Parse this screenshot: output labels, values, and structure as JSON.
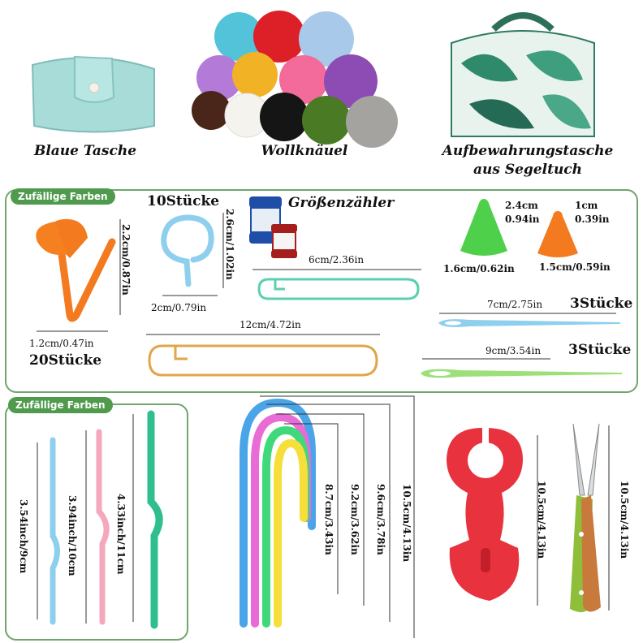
{
  "captions": {
    "bag": "Blaue Tasche",
    "yarn": "Wollknäuel",
    "storage_line1": "Aufbewahrungstasche",
    "storage_line2": "aus Segeltuch"
  },
  "badges": {
    "top": "Zufällige Farben",
    "bottom": "Zufällige Farben"
  },
  "marker": {
    "height": "2.2cm/0.87in",
    "width": "1.2cm/0.47in",
    "count": "20Stücke"
  },
  "ring_marker": {
    "count": "10Stücke",
    "height": "2.6cm/1.02in",
    "width": "2cm/0.79in"
  },
  "counter": {
    "label": "Größenzähler"
  },
  "small_holder": {
    "length": "6cm/2.36in"
  },
  "large_holder": {
    "length": "12cm/4.72in"
  },
  "point_protectors": {
    "big_height": "2.4cm",
    "big_height_in": "0.94in",
    "small_height": "1cm",
    "small_height_in": "0.39in",
    "big_width": "1.6cm/0.62in",
    "small_width": "1.5cm/0.59in"
  },
  "needles": {
    "short_length": "7cm/2.75in",
    "short_count": "3Stücke",
    "long_length": "9cm/3.54in",
    "long_count": "3Stücke"
  },
  "cable_needles": {
    "blue": "3.54inch/9cm",
    "pink": "3.94inch/10cm",
    "green": "4.33inch/11cm"
  },
  "u_needles": {
    "s1": "8.7cm/3.43in",
    "s2": "9.2cm/3.62in",
    "s3": "9.6cm/3.78in",
    "s4": "10.5cm/4.13in"
  },
  "bobbin": {
    "length": "10.5cm/4.13in"
  },
  "scissors": {
    "length": "10.5cm/4.13in"
  },
  "colors": {
    "frame_green": "#6fa66c",
    "badge_green": "#4f9a4d",
    "orange": "#f47a1f",
    "light_blue": "#8fcfee",
    "teal": "#5ccfb0",
    "gold": "#e0a64a",
    "lime": "#9de07a",
    "red": "#e8333f"
  }
}
